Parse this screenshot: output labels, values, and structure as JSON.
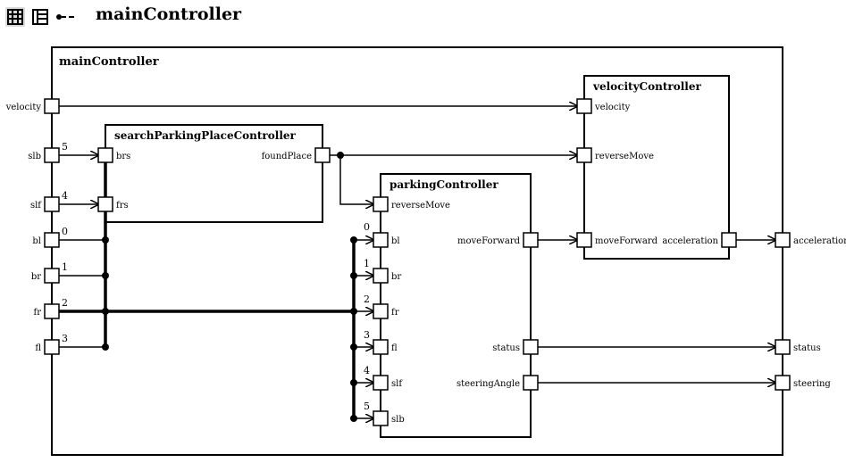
{
  "title": "mainController",
  "toolbar": [
    {
      "icon": "grid-layout-icon",
      "active": true
    },
    {
      "icon": "list-layout-icon",
      "active": false
    },
    {
      "icon": "connector-icon",
      "active": false
    }
  ],
  "diagram": {
    "main": {
      "name": "mainController",
      "inputs": [
        "velocity",
        "slb",
        "slf",
        "bl",
        "br",
        "fr",
        "fl"
      ],
      "outputs": [
        "acceleration",
        "status",
        "steering"
      ]
    },
    "components": {
      "search": {
        "name": "searchParkingPlaceController",
        "inputs": [
          "brs",
          "frs"
        ],
        "outputs": [
          "foundPlace"
        ]
      },
      "parking": {
        "name": "parkingController",
        "inputs": [
          "reverseMove",
          "bl",
          "br",
          "fr",
          "fl",
          "slf",
          "slb"
        ],
        "outputs": [
          "moveForward",
          "status",
          "steeringAngle"
        ]
      },
      "velocity": {
        "name": "velocityController",
        "inputs": [
          "velocity",
          "reverseMove",
          "moveForward"
        ],
        "outputs": [
          "acceleration"
        ]
      }
    },
    "wire_labels": {
      "main_side": [
        "5",
        "4",
        "0",
        "1",
        "2",
        "3"
      ],
      "parking_side": [
        "0",
        "1",
        "2",
        "3",
        "4",
        "5"
      ]
    }
  }
}
